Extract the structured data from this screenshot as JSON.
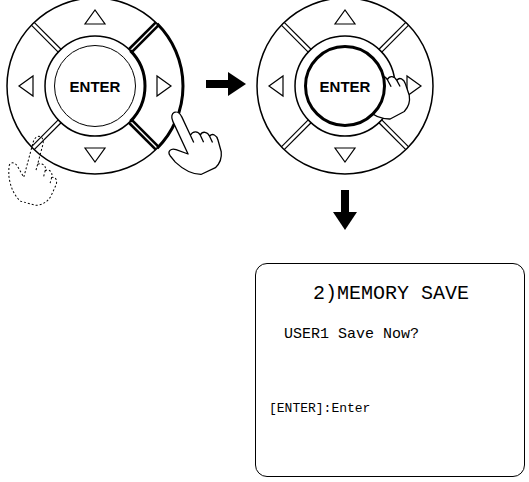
{
  "diagram": {
    "nodes": [
      {
        "text": [
          "ENTER"
        ]
      },
      {
        "text": [
          "ENTER"
        ]
      },
      {
        "text": [
          "2)MEMORY SAVE",
          "USER1 Save Now?",
          "[ENTER]:Enter"
        ]
      }
    ]
  }
}
